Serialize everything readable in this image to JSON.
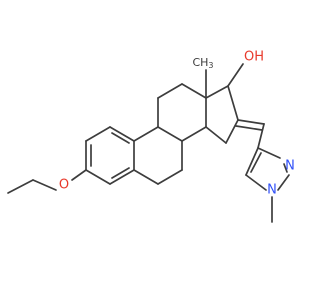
{
  "colors": {
    "background": "#ffffff",
    "bond": "#3d3d3d",
    "carbon_text": "#3d3d3d",
    "oxygen_text": "#e8392b",
    "nitrogen_text": "#3050f8"
  },
  "atom_labels": {
    "hydroxyl": "OH",
    "methyl_angular": "CH",
    "methyl_angular_sub": "3",
    "ether_oxygen": "O",
    "pyrazole_n1": "N",
    "pyrazole_n2": "N"
  }
}
